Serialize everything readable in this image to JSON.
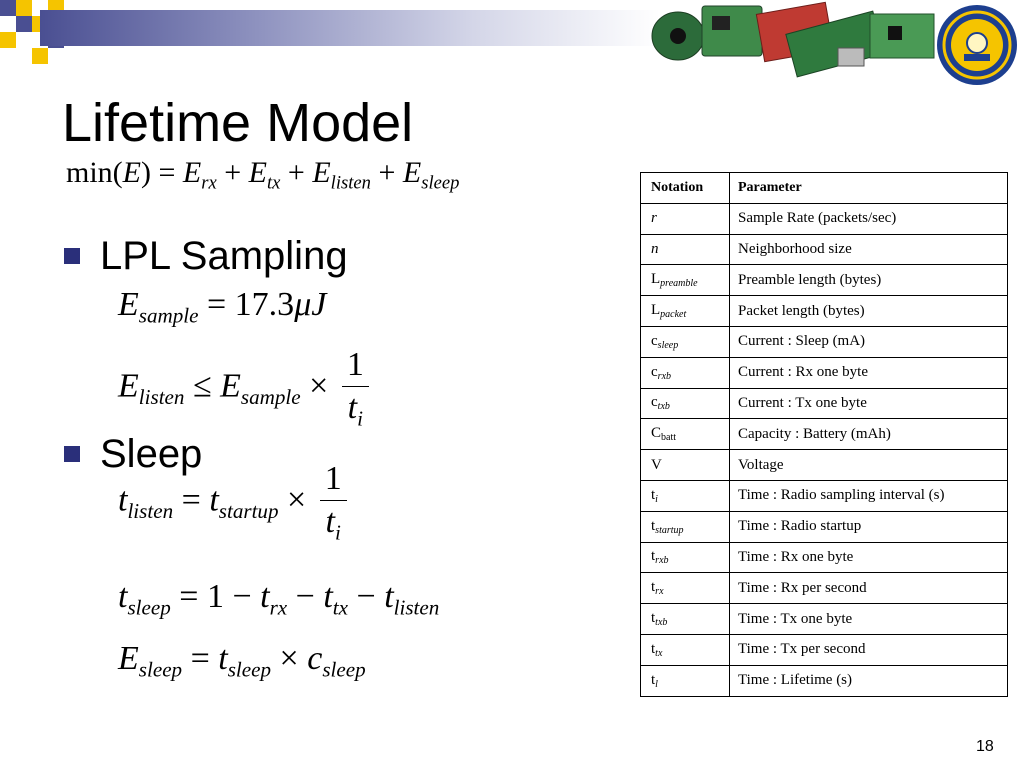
{
  "slide": {
    "title": "Lifetime Model",
    "page_number": "18",
    "colors": {
      "accent": "#2a2f7a",
      "square_yellow": "#f5c400",
      "square_blue": "#4a4f92"
    }
  },
  "equations": {
    "objective": {
      "lhs": "min(",
      "var": "E",
      "close": ")",
      "eq": " = ",
      "terms": [
        "E",
        "rx",
        "E",
        "tx",
        "E",
        "listen",
        "E",
        "sleep"
      ]
    },
    "e_sample": {
      "E": "E",
      "sub": "sample",
      "rhs": " = 17.3",
      "mu": "μ",
      "J": "J"
    },
    "e_listen": {
      "E": "E",
      "sub": "listen",
      "op": " ≤ ",
      "E2": "E",
      "sub2": "sample",
      "times": " × ",
      "num": "1",
      "den": "t",
      "den_sub": "i"
    },
    "t_listen": {
      "t": "t",
      "sub": "listen",
      "eq": " = ",
      "t2": "t",
      "sub2": "startup",
      "times": " × ",
      "num": "1",
      "den": "t",
      "den_sub": "i"
    },
    "t_sleep": {
      "t": "t",
      "sub": "sleep",
      "eq": " = 1 − ",
      "t2": "t",
      "sub2": "rx",
      "minus": " − ",
      "t3": "t",
      "sub3": "tx",
      "minus2": " − ",
      "t4": "t",
      "sub4": "listen"
    },
    "e_sleep": {
      "E": "E",
      "sub": "sleep",
      "eq": " = ",
      "t": "t",
      "tsub": "sleep",
      "times": " × ",
      "c": "c",
      "csub": "sleep"
    }
  },
  "bullets": [
    "LPL Sampling",
    "Sleep"
  ],
  "icons": {
    "bullet": "square-bullet-icon",
    "logo": "university-seal-icon"
  },
  "table": {
    "headers": [
      "Notation",
      "Parameter"
    ],
    "rows": [
      {
        "base": "r",
        "sub": "",
        "desc": "Sample Rate (packets/sec)"
      },
      {
        "base": "n",
        "sub": "",
        "desc": "Neighborhood size"
      },
      {
        "base": "L",
        "sub": "preamble",
        "desc": "Preamble length (bytes)"
      },
      {
        "base": "L",
        "sub": "packet",
        "desc": "Packet length (bytes)"
      },
      {
        "base": "c",
        "sub": "sleep",
        "desc": "Current : Sleep (mA)"
      },
      {
        "base": "c",
        "sub": "rxb",
        "desc": "Current : Rx one byte"
      },
      {
        "base": "c",
        "sub": "txb",
        "desc": "Current : Tx one byte"
      },
      {
        "base": "C",
        "sub": "batt",
        "desc": "Capacity : Battery (mAh)"
      },
      {
        "base": "V",
        "sub": "",
        "desc": "Voltage"
      },
      {
        "base": "t",
        "sub": "i",
        "desc": "Time : Radio sampling interval (s)"
      },
      {
        "base": "t",
        "sub": "startup",
        "desc": "Time : Radio startup"
      },
      {
        "base": "t",
        "sub": "rxb",
        "desc": "Time : Rx one byte"
      },
      {
        "base": "t",
        "sub": "rx",
        "desc": "Time : Rx per second"
      },
      {
        "base": "t",
        "sub": "txb",
        "desc": "Time : Tx one byte"
      },
      {
        "base": "t",
        "sub": "tx",
        "desc": "Time : Tx per second"
      },
      {
        "base": "t",
        "sub": "l",
        "desc": "Time : Lifetime (s)"
      }
    ]
  }
}
